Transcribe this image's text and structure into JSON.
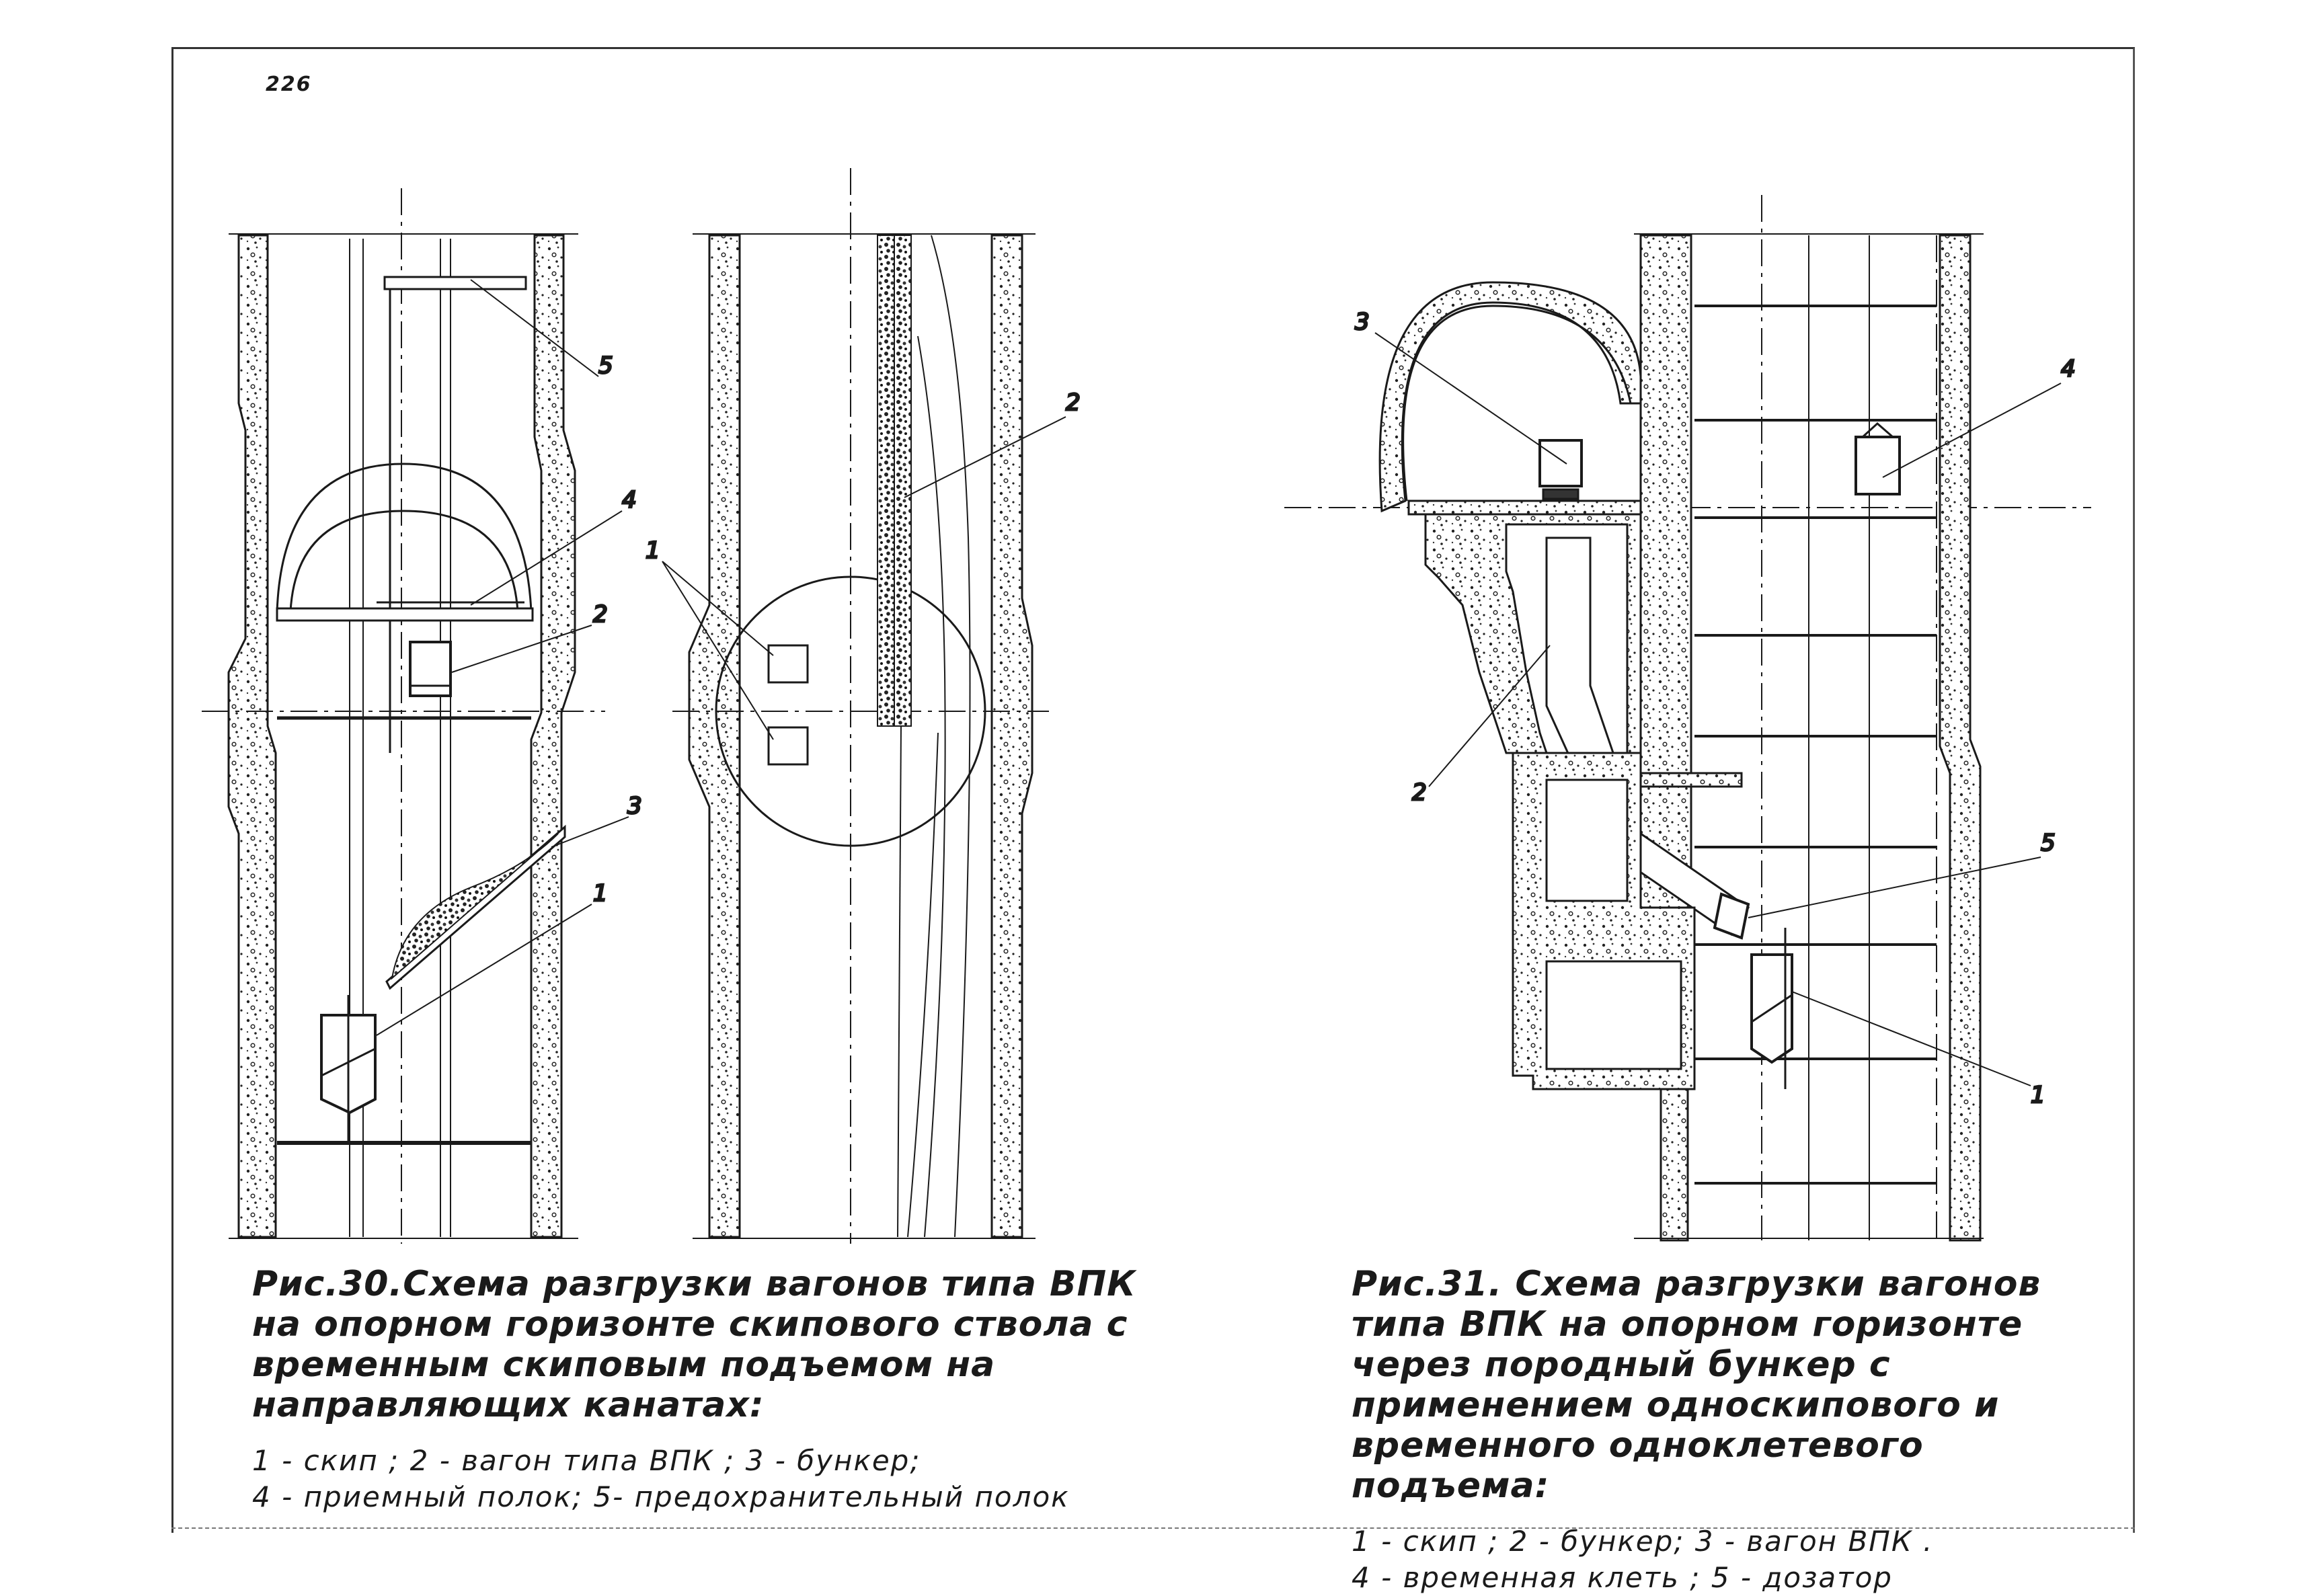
{
  "page_number": "226",
  "figure30": {
    "title": "Рис.30.Схема разгрузки вагонов типа ВПК на опорном горизонте скипового ствола с временным скиповым подъемом на направляющих канатах:",
    "legend_line1": "1 - скип ;   2 - вагон типа ВПК ;   3 - бункер;",
    "legend_line2": "4 - приемный полок; 5- предохранительный полок",
    "labels": {
      "l1": "1",
      "l2": "2",
      "l3": "3",
      "l4": "4",
      "l5": "5",
      "plan_l1": "1",
      "plan_l2": "2"
    }
  },
  "figure31": {
    "title": "Рис.31. Схема разгрузки вагонов типа ВПК на опорном горизонте через породный бункер с применением односкипового и временного одноклетевого подъема:",
    "legend_line1": "1 - скип ;   2 - бункер;   3 - вагон ВПК .",
    "legend_line2": "4 - временная клеть ;   5 - дозатор",
    "labels": {
      "l1": "1",
      "l2": "2",
      "l3": "3",
      "l4": "4",
      "l5": "5"
    }
  },
  "colors": {
    "ink": "#1a1a1a",
    "concrete": "#cfcfcf",
    "paper": "#ffffff"
  }
}
